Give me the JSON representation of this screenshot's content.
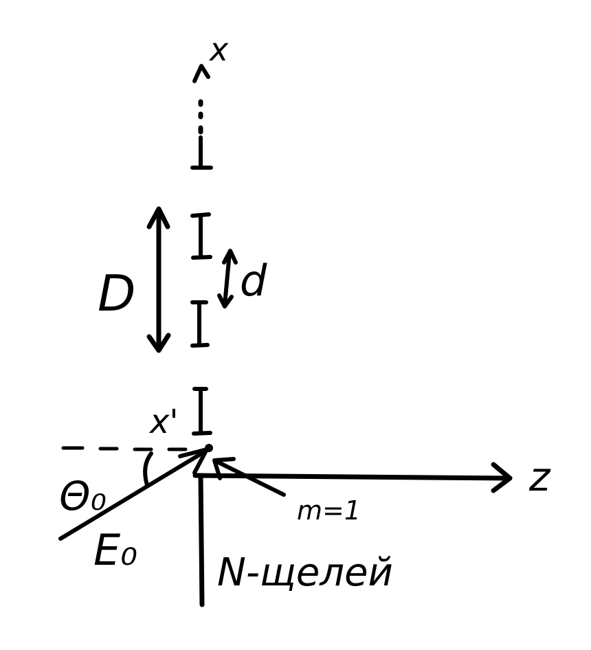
{
  "diagram": {
    "axis_labels": {
      "vertical": "x",
      "horizontal": "z"
    },
    "dimension_labels": {
      "grating_height": "D",
      "slit_period": "d"
    },
    "slit_labels": {
      "first_slit_coordinate": "x'",
      "first_slit_index": "m=1"
    },
    "beam_labels": {
      "incidence_angle": "Θ₀",
      "field_amplitude": "E₀"
    },
    "caption": "N-щелей",
    "ink_color": "#000000",
    "background_color": "#ffffff"
  }
}
